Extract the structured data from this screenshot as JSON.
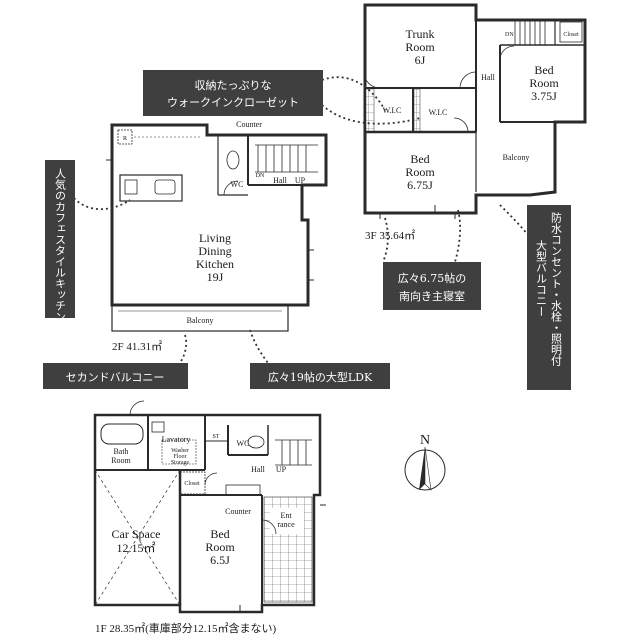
{
  "colors": {
    "callout_bg": "#3f3f3f",
    "callout_text": "#ffffff",
    "wall": "#2a2a2a"
  },
  "floor3": {
    "trunk_room": [
      "Trunk",
      "Room",
      "6J"
    ],
    "bed_small": [
      "Bed",
      "Room",
      "3.75J"
    ],
    "bed_main": [
      "Bed",
      "Room",
      "6.75J"
    ],
    "wic_left": "W.I.C",
    "wic_right": "W.I.C",
    "hall": "Hall",
    "balcony": "Balcony",
    "dn": "DN",
    "closet": "Closet",
    "area": "3F 35.64㎡"
  },
  "floor2": {
    "ldk": [
      "Living",
      "Dining",
      "Kitchen",
      "19J"
    ],
    "counter": "Counter",
    "wc": "WC",
    "dn": "DN",
    "hall": "Hall",
    "up": "UP",
    "balcony": "Balcony",
    "r": "R",
    "area": "2F 41.31㎡"
  },
  "floor1": {
    "lavatory": "Lavatory",
    "bath": [
      "Bath",
      "Room"
    ],
    "washer": [
      "Washer",
      "Floor",
      "Storage"
    ],
    "st": "ST",
    "wc": "WC",
    "hall": "Hall",
    "up": "UP",
    "closet": "Closet",
    "counter": "Counter",
    "entrance": [
      "Ent",
      "rance"
    ],
    "car_space": [
      "Car Space",
      "12.15㎡"
    ],
    "bed": [
      "Bed",
      "Room",
      "6.5J"
    ],
    "area": "1F 28.35㎡(車庫部分12.15㎡含まない)"
  },
  "compass": "N",
  "callouts": {
    "walkin_1": "収納たっぷりな",
    "walkin_2": "ウォークインクローゼット",
    "cafe": "人気のカフェスタイルキッチン",
    "second_balcony": "セカンドバルコニー",
    "ldk": "広々19帖の大型LDK",
    "master_1": "広々6.75帖の",
    "master_2": "南向き主寝室",
    "balcony_v1": "防水コンセント・水栓・照明付",
    "balcony_v2": "大型バルコニー"
  }
}
